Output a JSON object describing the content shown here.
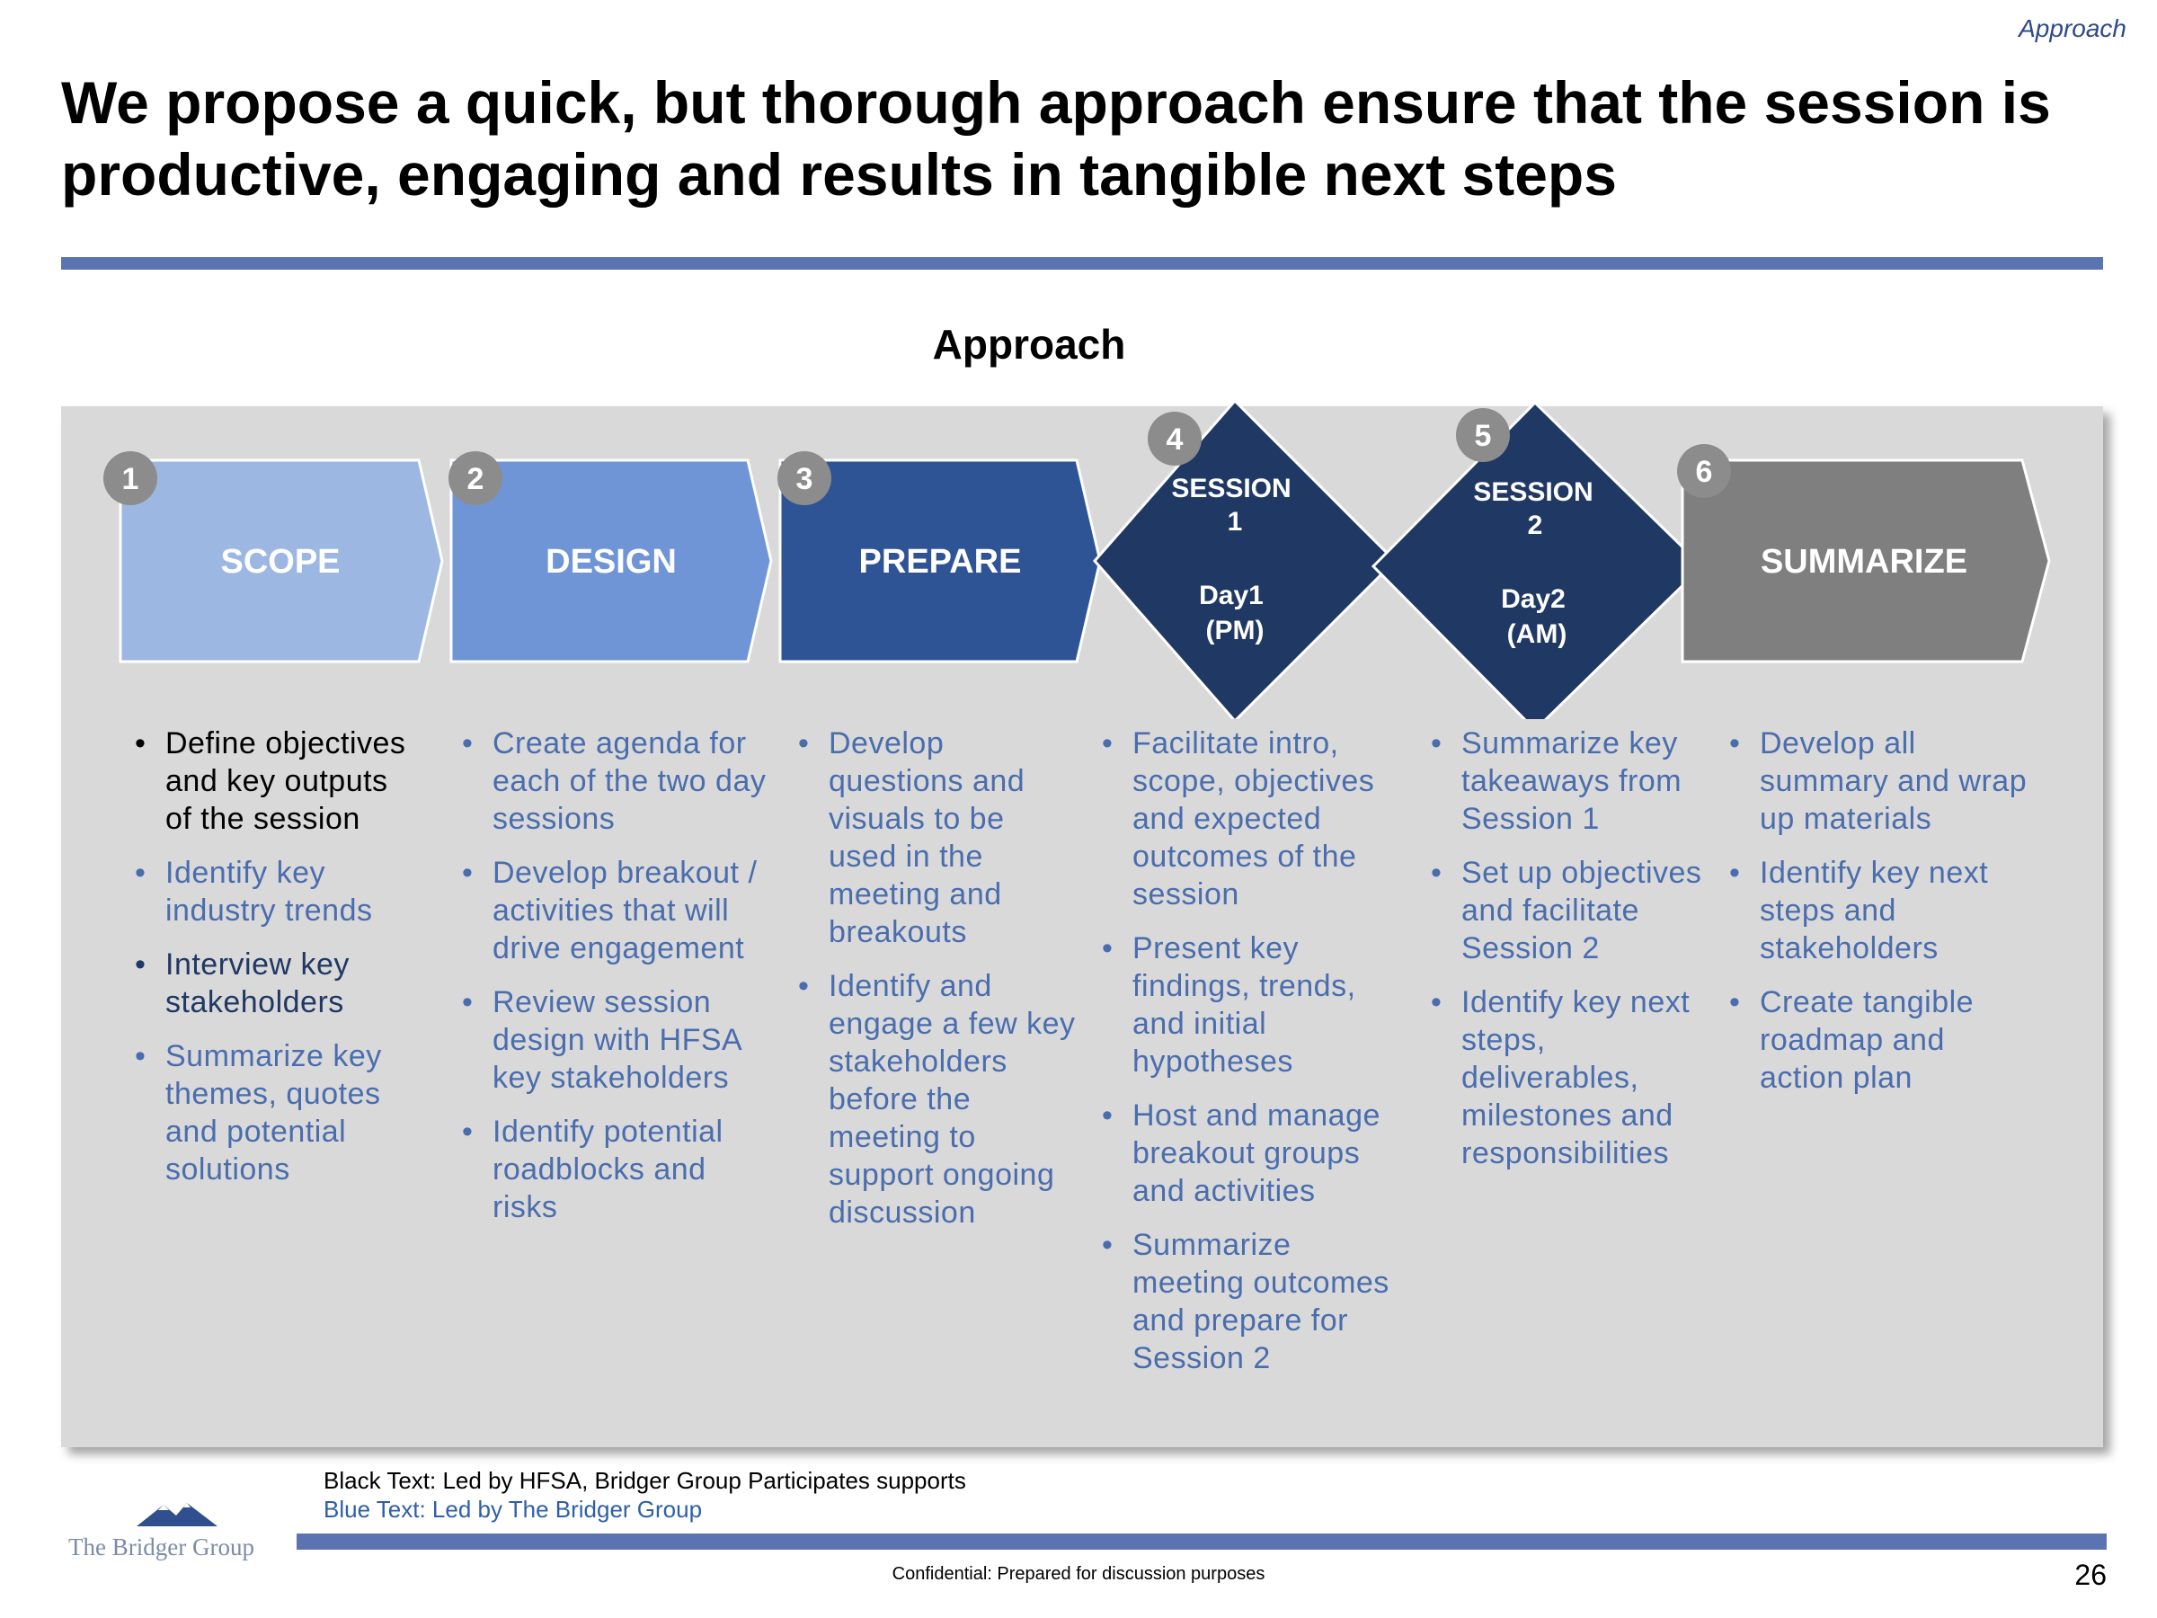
{
  "section_tag": "Approach",
  "title": "We propose a quick, but thorough approach ensure that the session is productive, engaging and results in tangible next steps",
  "approach_heading": "Approach",
  "colors": {
    "scope": "#9DB7E3",
    "design": "#6F95D6",
    "prepare": "#2F5496",
    "session": "#203864",
    "summarize": "#7F7F7F",
    "badge": "#8C8C8C",
    "rule": "#5B73B0",
    "panel": "#D9D9D9"
  },
  "steps": [
    {
      "number": "1",
      "label": "SCOPE"
    },
    {
      "number": "2",
      "label": "DESIGN"
    },
    {
      "number": "3",
      "label": "PREPARE"
    },
    {
      "number": "4",
      "label_line1": "SESSION",
      "label_line2": "1",
      "day_line1": "Day1",
      "day_line2": "(PM)"
    },
    {
      "number": "5",
      "label_line1": "SESSION",
      "label_line2": "2",
      "day_line1": "Day2",
      "day_line2": "(AM)"
    },
    {
      "number": "6",
      "label": "SUMMARIZE"
    }
  ],
  "columns": [
    {
      "bullets": [
        "Define objectives and key outputs of the session",
        "Identify key industry trends",
        "Interview key stakeholders",
        "Summarize key themes, quotes and potential solutions"
      ]
    },
    {
      "bullets": [
        "Create agenda for each of the two day sessions",
        "Develop breakout / activities that will drive engagement",
        "Review session design with HFSA key stakeholders",
        "Identify potential roadblocks and risks"
      ]
    },
    {
      "bullets": [
        "Develop questions and visuals to be used in the meeting and breakouts",
        "Identify and engage a few key stakeholders before the meeting to support ongoing discussion"
      ]
    },
    {
      "bullets": [
        "Facilitate intro, scope, objectives and expected outcomes of the session",
        "Present key findings, trends, and initial hypotheses",
        "Host and manage breakout groups and activities",
        "Summarize meeting outcomes and prepare for Session 2"
      ]
    },
    {
      "bullets": [
        "Summarize key takeaways from Session 1",
        "Set up objectives and facilitate Session 2",
        "Identify key next steps, deliverables, milestones and responsibilities"
      ]
    },
    {
      "bullets": [
        "Develop all summary and wrap up materials",
        "Identify key next steps and stakeholders",
        "Create tangible roadmap and action plan"
      ]
    }
  ],
  "legend": {
    "black": "Black Text: Led by HFSA, Bridger Group Participates supports",
    "blue": "Blue Text: Led by The Bridger Group"
  },
  "logo_text": "The Bridger Group",
  "footer": "Confidential: Prepared for discussion purposes",
  "page_number": "26"
}
